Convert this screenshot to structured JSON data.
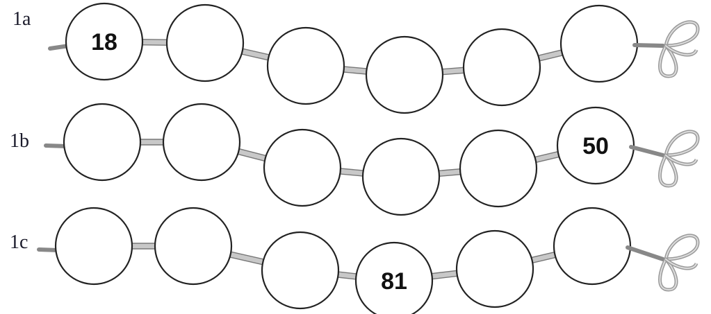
{
  "rows": [
    {
      "label": "1a",
      "beads": [
        "18",
        "",
        "",
        "",
        "",
        ""
      ]
    },
    {
      "label": "1b",
      "beads": [
        "",
        "",
        "",
        "",
        "",
        "50"
      ]
    },
    {
      "label": "1c",
      "beads": [
        "",
        "",
        "",
        "81",
        "",
        ""
      ]
    }
  ]
}
